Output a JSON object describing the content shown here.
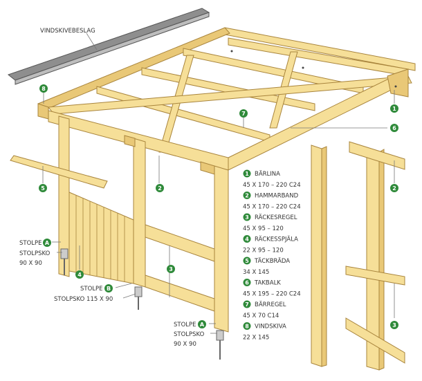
{
  "callouts": {
    "vindskivebeslag": "VINDSKIVEBESLAG",
    "stolpe_a_left": "STOLPE",
    "stolpsko_left": "STOLPSKO",
    "stolpsko_left_size": "90 X 90",
    "stolpe_b": "STOLPE",
    "stolpsko_b": "STOLPSKO 115 X 90",
    "stolpe_a_right": "STOLPE",
    "stolpsko_right": "STOLPSKO",
    "stolpsko_right_size": "90 X 90"
  },
  "badges": {
    "one": "1",
    "two": "2",
    "three": "3",
    "four": "4",
    "five": "5",
    "six": "6",
    "seven": "7",
    "eight": "8",
    "a": "A",
    "b": "B"
  },
  "legend": [
    {
      "num": "1",
      "name": "BÄRLINA",
      "size": "45 X 170 – 220 C24"
    },
    {
      "num": "2",
      "name": "HAMMARBAND",
      "size": "45 X 170 – 220 C24"
    },
    {
      "num": "3",
      "name": "RÄCKESREGEL",
      "size": "45 X 95 – 120"
    },
    {
      "num": "4",
      "name": "RÄCKESSPJÄLA",
      "size": "22 X 95 – 120"
    },
    {
      "num": "5",
      "name": "TÄCKBRÄDA",
      "size": "34 X 145"
    },
    {
      "num": "6",
      "name": "TAKBALK",
      "size": "45 X 195 – 220 C24"
    },
    {
      "num": "7",
      "name": "BÄRREGEL",
      "size": "45 X 70 C14"
    },
    {
      "num": "8",
      "name": "VINDSKIVA",
      "size": "22 X 145"
    }
  ],
  "colors": {
    "wood": "#f6df98",
    "badge": "#2f8a3a",
    "metal": "#8a8a8a"
  }
}
